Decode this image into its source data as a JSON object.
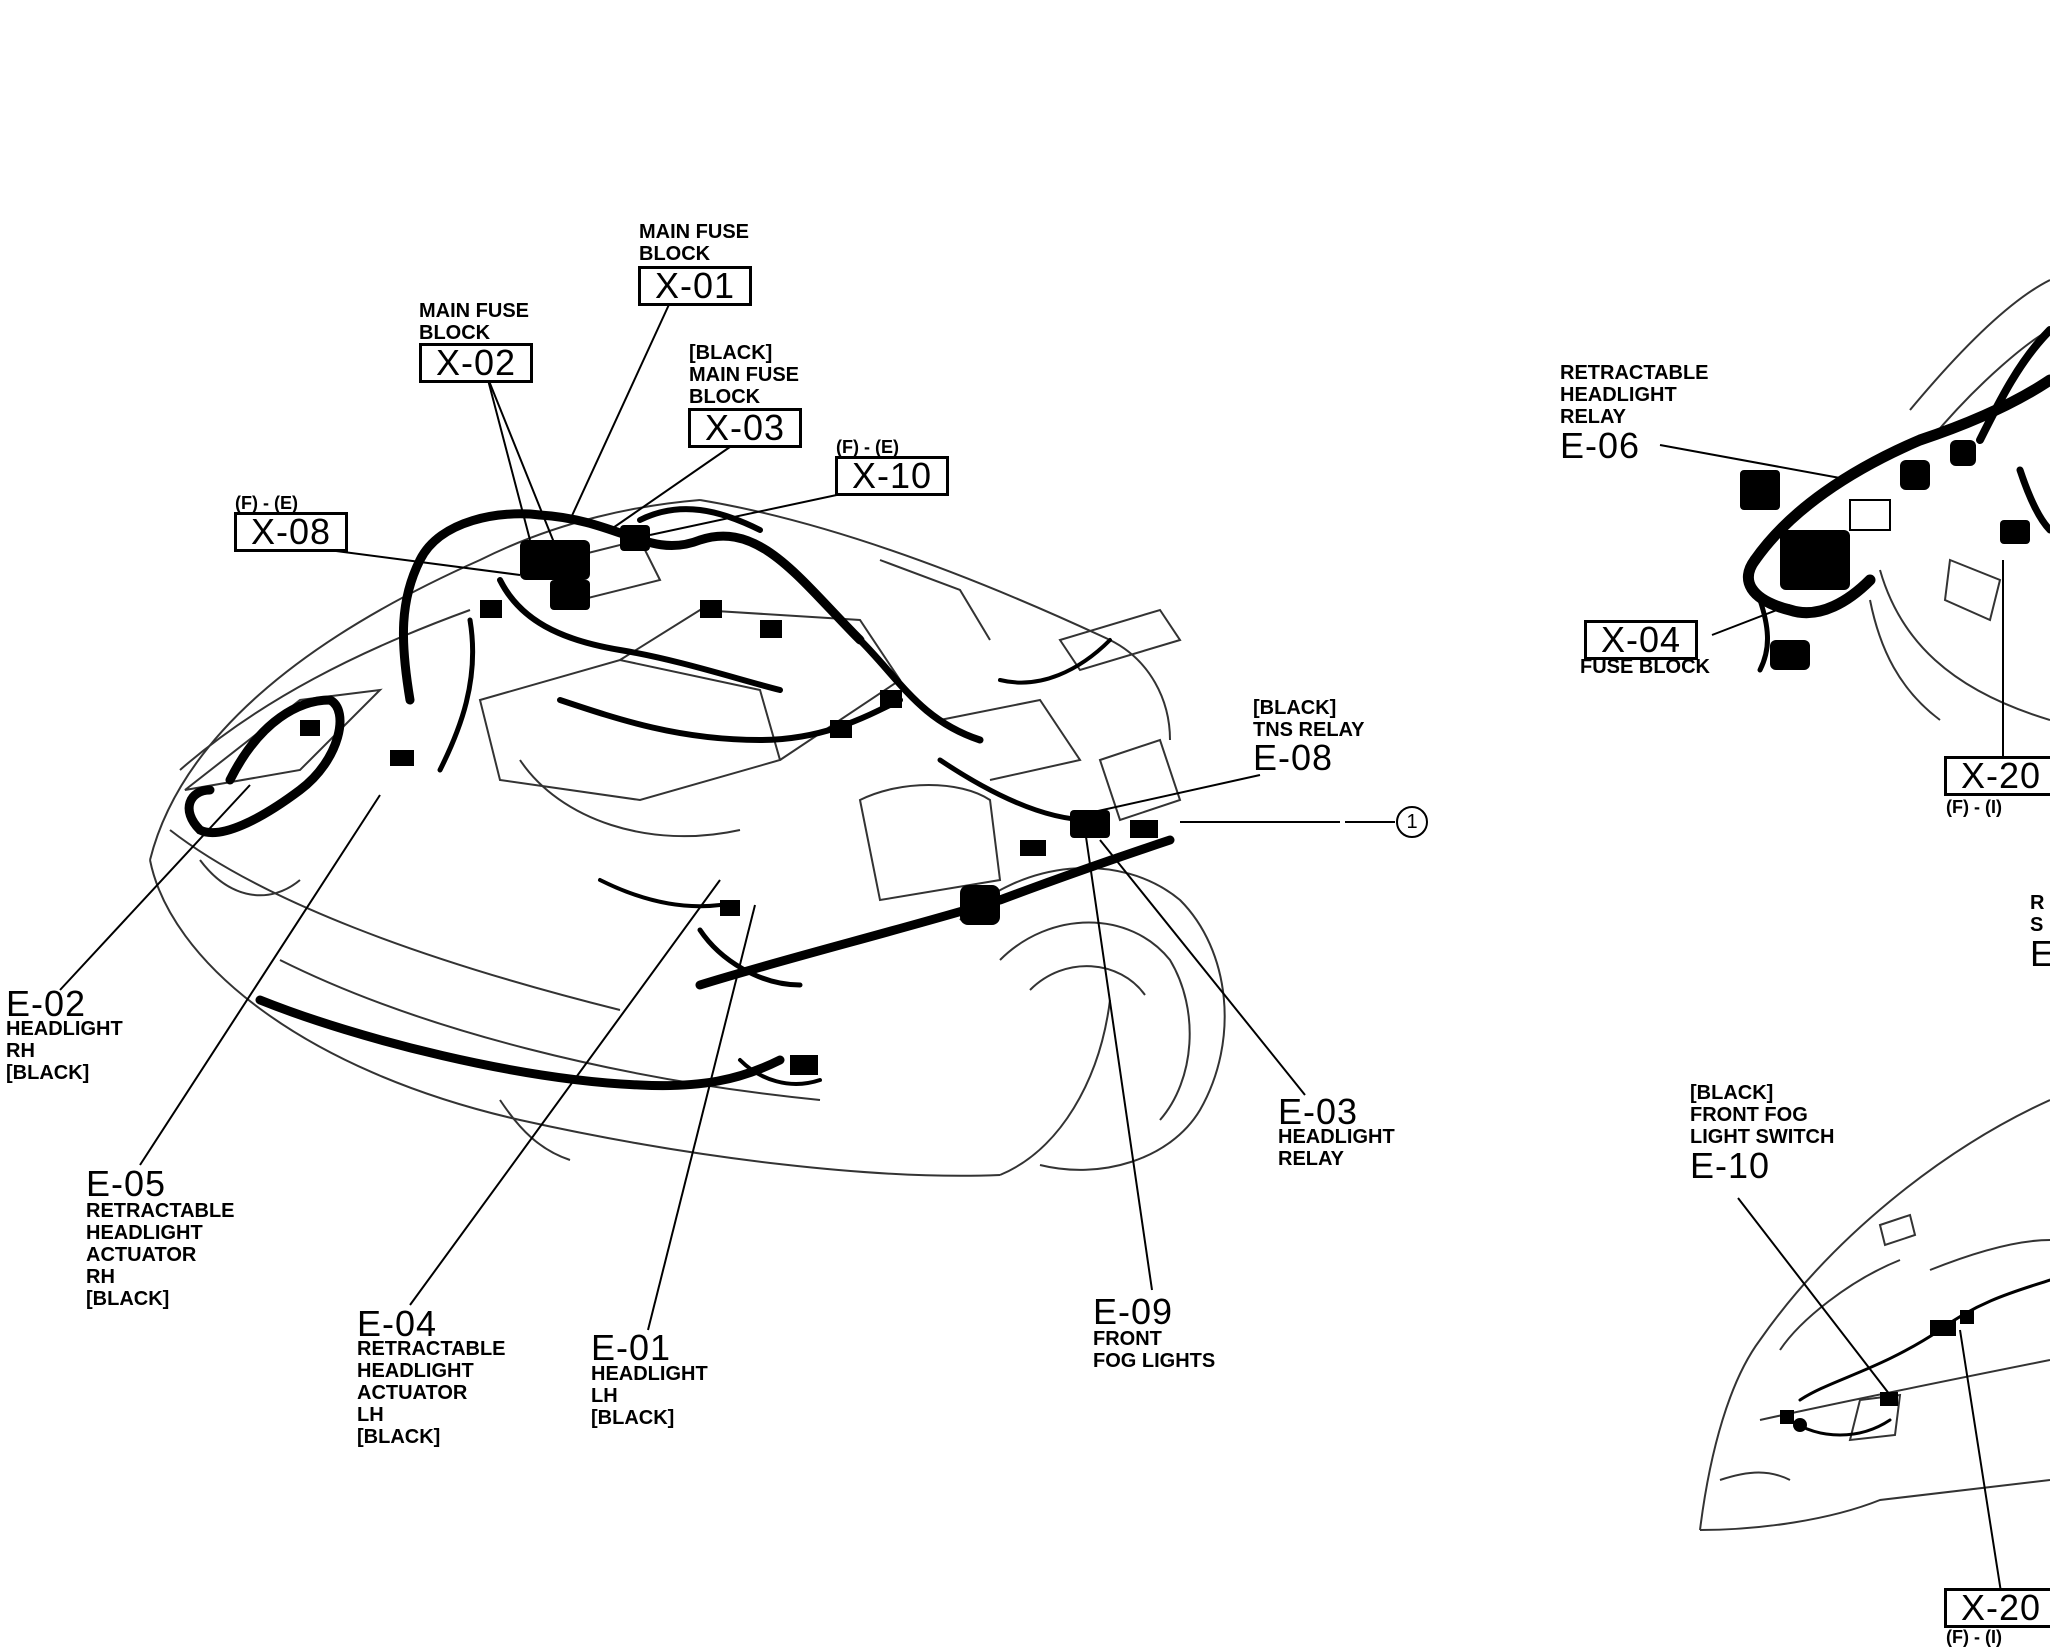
{
  "colors": {
    "ink": "#000000",
    "paper": "#ffffff",
    "outline": "#333333"
  },
  "callouts": {
    "x01": {
      "desc": "MAIN FUSE\nBLOCK",
      "code": "X-01"
    },
    "x02": {
      "desc": "MAIN FUSE\nBLOCK",
      "code": "X-02"
    },
    "x03": {
      "desc": "[BLACK]\nMAIN FUSE\nBLOCK",
      "code": "X-03"
    },
    "x10": {
      "fe": "(F) - (E)",
      "code": "X-10"
    },
    "x08": {
      "fe": "(F) - (E)",
      "code": "X-08"
    },
    "e08": {
      "desc": "[BLACK]\nTNS RELAY",
      "code": "E-08"
    },
    "circle1": {
      "code": "1"
    },
    "e02": {
      "code": "E-02",
      "desc": "HEADLIGHT\nRH\n[BLACK]"
    },
    "e05": {
      "code": "E-05",
      "desc": "RETRACTABLE\nHEADLIGHT\nACTUATOR\nRH\n[BLACK]"
    },
    "e04": {
      "code": "E-04",
      "desc": "RETRACTABLE\nHEADLIGHT\nACTUATOR\nLH\n[BLACK]"
    },
    "e01": {
      "code": "E-01",
      "desc": "HEADLIGHT\nLH\n[BLACK]"
    },
    "e09": {
      "code": "E-09",
      "desc": "FRONT\nFOG LIGHTS"
    },
    "e03": {
      "code": "E-03",
      "desc": "HEADLIGHT\nRELAY"
    },
    "e06": {
      "desc": "RETRACTABLE\nHEADLIGHT\nRELAY",
      "code": "E-06"
    },
    "x04": {
      "code": "X-04",
      "desc": "FUSE BLOCK"
    },
    "x20a": {
      "code": "X-20",
      "fe": "(F) - (I)"
    },
    "x20b": {
      "code": "X-20",
      "fe": "(F) - (I)"
    },
    "e10": {
      "desc": "[BLACK]\nFRONT FOG\nLIGHT SWITCH",
      "code": "E-10"
    },
    "partial_r": {
      "desc": "R\nS",
      "code": "E"
    }
  }
}
